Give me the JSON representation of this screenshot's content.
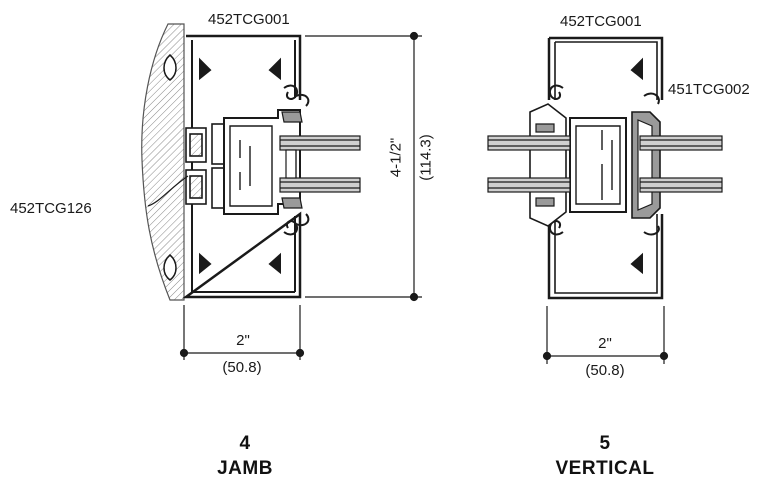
{
  "jamb": {
    "part_top": "452TCG001",
    "part_side": "452TCG126",
    "height_in": "4-1/2\"",
    "height_mm": "(114.3)",
    "width_in": "2\"",
    "width_mm": "(50.8)",
    "detail_number": "4",
    "detail_title": "JAMB"
  },
  "vertical": {
    "part_top": "452TCG001",
    "part_side": "451TCG002",
    "width_in": "2\"",
    "width_mm": "(50.8)",
    "detail_number": "5",
    "detail_title": "VERTICAL"
  },
  "colors": {
    "line": "#1a1a1a",
    "glass": "#cfcfcf",
    "gasket": "#9a9a9a"
  }
}
